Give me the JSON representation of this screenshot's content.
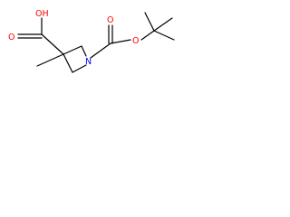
{
  "molecule": {
    "atom_labels": {
      "hydroxyl": "OH",
      "acid_carbonyl_oxygen": "O",
      "ring_nitrogen": "N",
      "boc_carbonyl_oxygen": "O",
      "boc_ester_oxygen": "O"
    },
    "colors": {
      "bond": "#000000",
      "oxygen": "#ff0000",
      "nitrogen": "#0000ff"
    }
  }
}
